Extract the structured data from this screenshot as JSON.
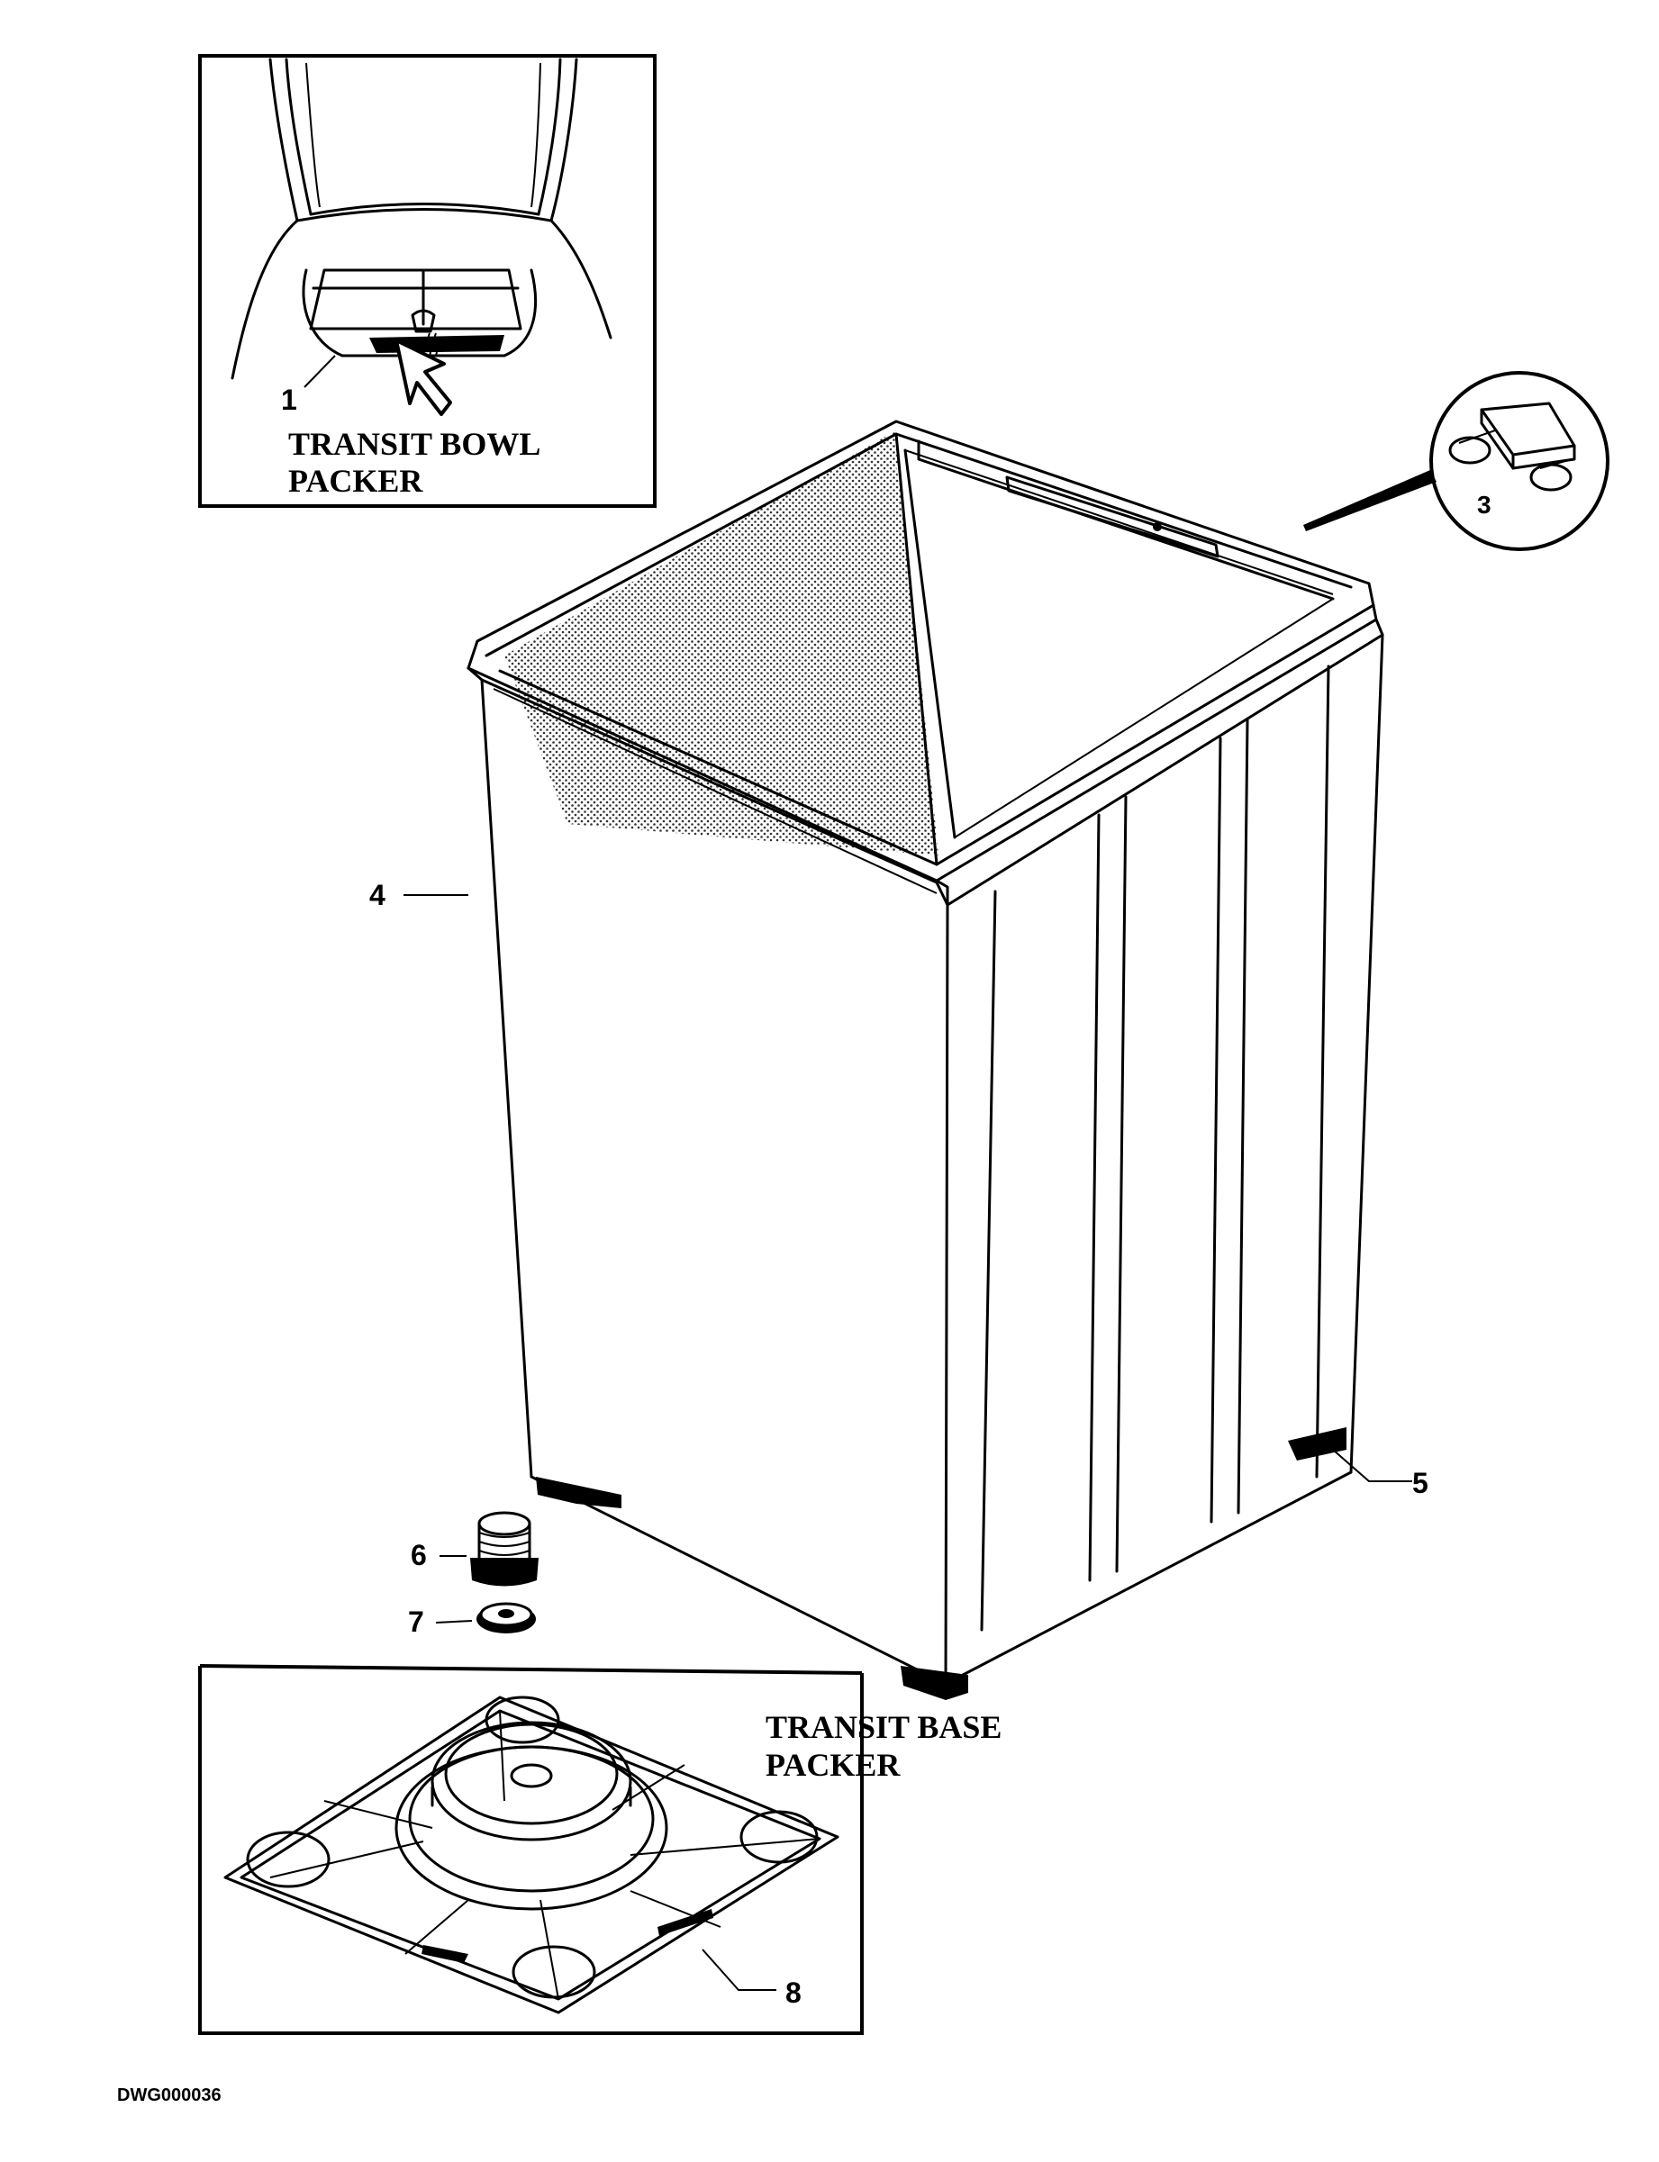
{
  "diagram": {
    "inset_top": {
      "label_line1": "TRANSIT BOWL",
      "label_line2": "PACKER"
    },
    "inset_bottom": {
      "label_line1": "TRANSIT BASE",
      "label_line2": "PACKER"
    },
    "callouts": {
      "c1": "1",
      "c3": "3",
      "c4": "4",
      "c5": "5",
      "c6": "6",
      "c7": "7",
      "c8": "8"
    },
    "drawing_number": "DWG000036"
  }
}
